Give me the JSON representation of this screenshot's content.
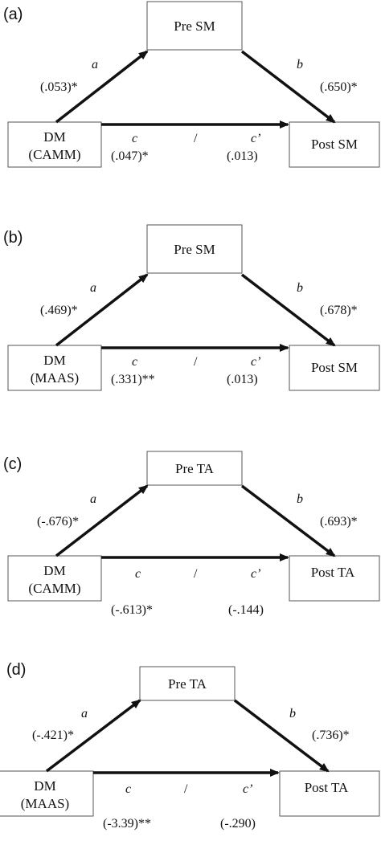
{
  "panels": [
    {
      "label": "(a)",
      "mediator": "Pre SM",
      "predictor_line1": "DM",
      "predictor_line2": "(CAMM)",
      "outcome": "Post SM",
      "a_letter": "a",
      "a_value": "(.053)*",
      "b_letter": "b",
      "b_value": "(.650)*",
      "c_letter": "c",
      "slash": "/",
      "cprime_letter": "c’",
      "c_value": "(.047)*",
      "cprime_value": "(.013)"
    },
    {
      "label": "(b)",
      "mediator": "Pre SM",
      "predictor_line1": "DM",
      "predictor_line2": "(MAAS)",
      "outcome": "Post SM",
      "a_letter": "a",
      "a_value": "(.469)*",
      "b_letter": "b",
      "b_value": "(.678)*",
      "c_letter": "c",
      "slash": "/",
      "cprime_letter": "c’",
      "c_value": "(.331)**",
      "cprime_value": "(.013)"
    },
    {
      "label": "(c)",
      "mediator": "Pre TA",
      "predictor_line1": "DM",
      "predictor_line2": "(CAMM)",
      "outcome": "Post TA",
      "a_letter": "a",
      "a_value": "(-.676)*",
      "b_letter": "b",
      "b_value": "(.693)*",
      "c_letter": "c",
      "slash": "/",
      "cprime_letter": "c’",
      "c_value": "(-.613)*",
      "cprime_value": "(-.144)"
    },
    {
      "label": "(d)",
      "mediator": "Pre TA",
      "predictor_line1": "DM",
      "predictor_line2": "(MAAS)",
      "outcome": "Post TA",
      "a_letter": "a",
      "a_value": "(-.421)*",
      "b_letter": "b",
      "b_value": "(.736)*",
      "c_letter": "c",
      "slash": "/",
      "cprime_letter": "c’",
      "c_value": "(-3.39)**",
      "cprime_value": "(-.290)"
    }
  ]
}
